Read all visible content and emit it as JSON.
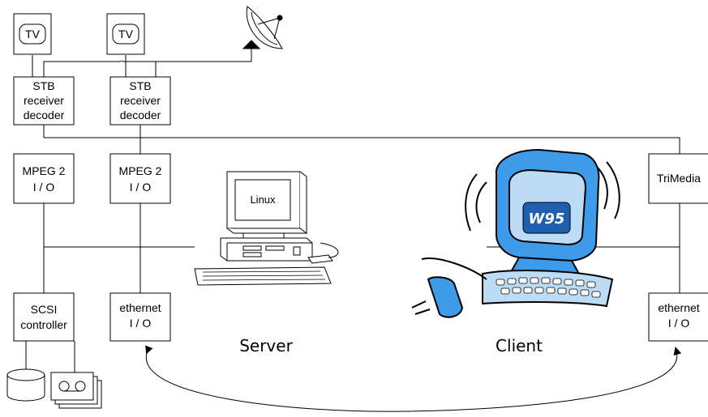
{
  "tv": [
    "TV",
    "TV"
  ],
  "stb": [
    [
      "STB",
      "receiver",
      "decoder"
    ],
    [
      "STB",
      "receiver",
      "decoder"
    ]
  ],
  "mpeg": [
    [
      "MPEG 2",
      "I / O"
    ],
    [
      "MPEG 2",
      "I / O"
    ]
  ],
  "trimedia": "TriMedia",
  "scsi": [
    "SCSI",
    "controller"
  ],
  "eth_server": [
    "ethernet",
    "I / O"
  ],
  "eth_client": [
    "ethernet",
    "I / O"
  ],
  "server_label": "Server",
  "client_label": "Client",
  "linux_screen": "Linux",
  "w95_screen": "W95",
  "colors": {
    "client_blue": "#3d9be9",
    "client_light": "#bcdcf6",
    "line": "#000000"
  },
  "icons": [
    "satellite-dish-icon",
    "linux-computer-icon",
    "w95-computer-icon",
    "disk-drive-icon",
    "tape-cassette-icon"
  ]
}
